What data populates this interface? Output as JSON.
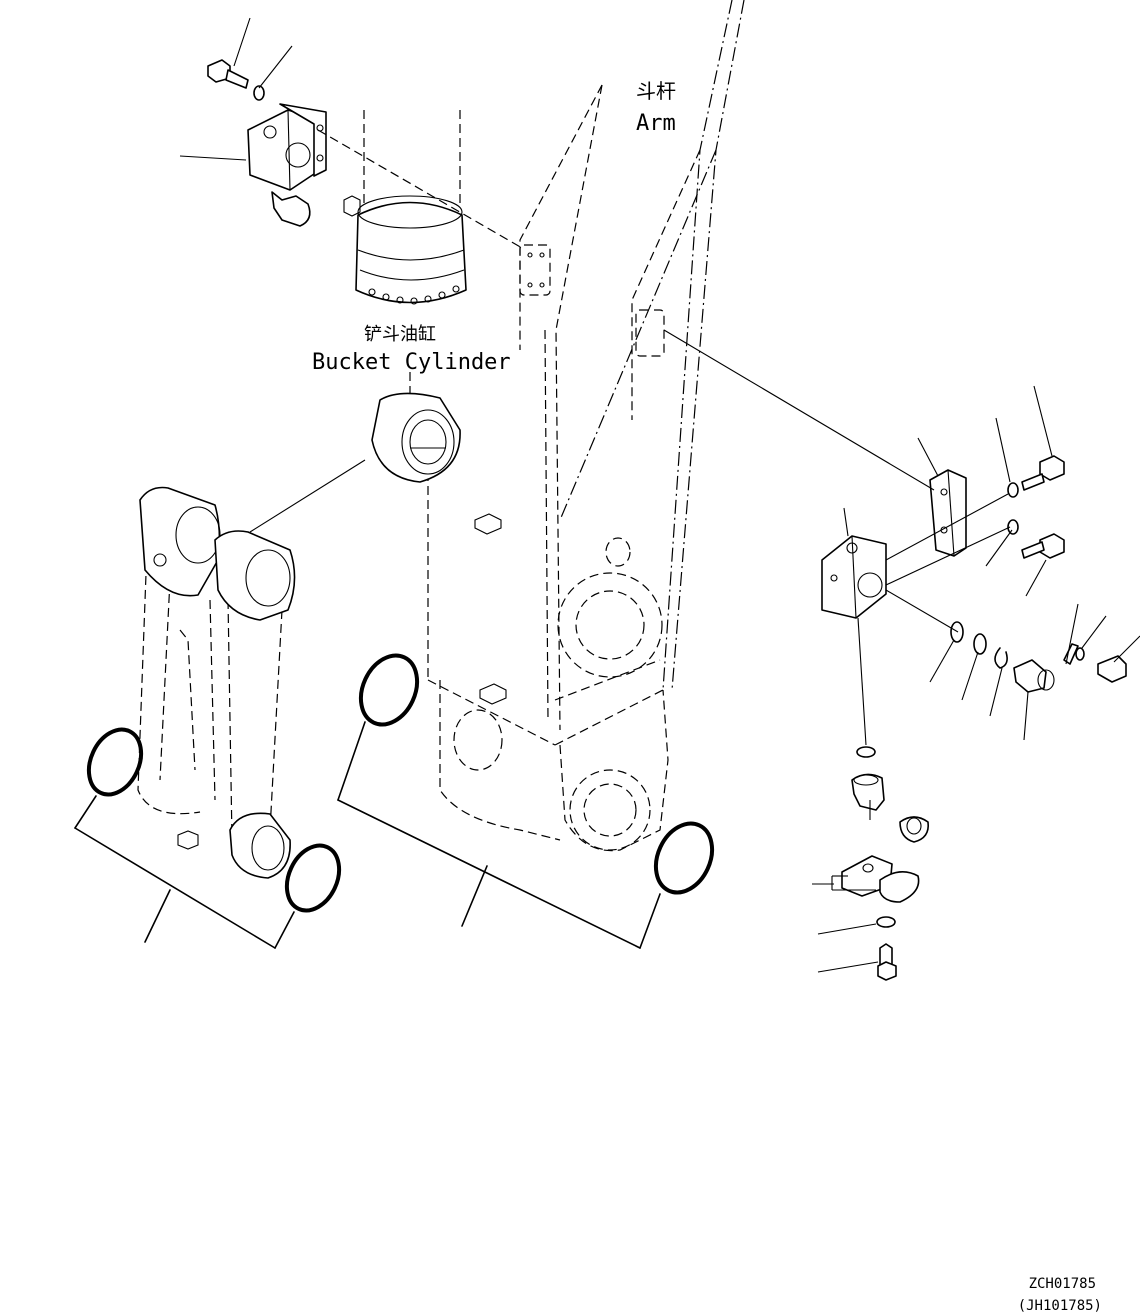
{
  "labels": {
    "arm_cn": "斗杆",
    "arm_en": "Arm",
    "bucket_cylinder_cn": "铲斗油缸",
    "bucket_cylinder_en": "Bucket Cylinder"
  },
  "drawing_codes": {
    "primary": "ZCH01785",
    "secondary": "(JH101785)"
  }
}
